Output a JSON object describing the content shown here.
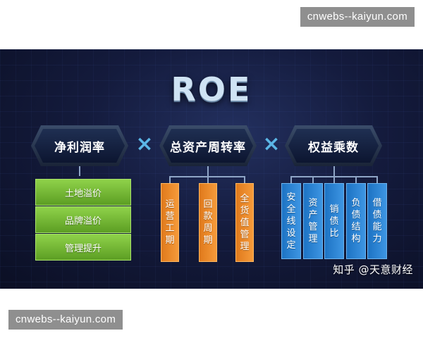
{
  "watermark_top": "cnwebs--kaiyun.com",
  "watermark_bottom": "cnwebs--kaiyun.com",
  "diagram": {
    "title": "ROE",
    "factors": [
      "净利润率",
      "总资产周转率",
      "权益乘数"
    ],
    "operator": "×",
    "profit_items": [
      "土地溢价",
      "品牌溢价",
      "管理提升"
    ],
    "turnover_items": [
      "运营工期",
      "回款周期",
      "全货值管理"
    ],
    "leverage_items": [
      "安全线设定",
      "资产管理",
      "销债比",
      "负债结构",
      "借债能力"
    ],
    "credit": "知乎 @天意财经"
  }
}
